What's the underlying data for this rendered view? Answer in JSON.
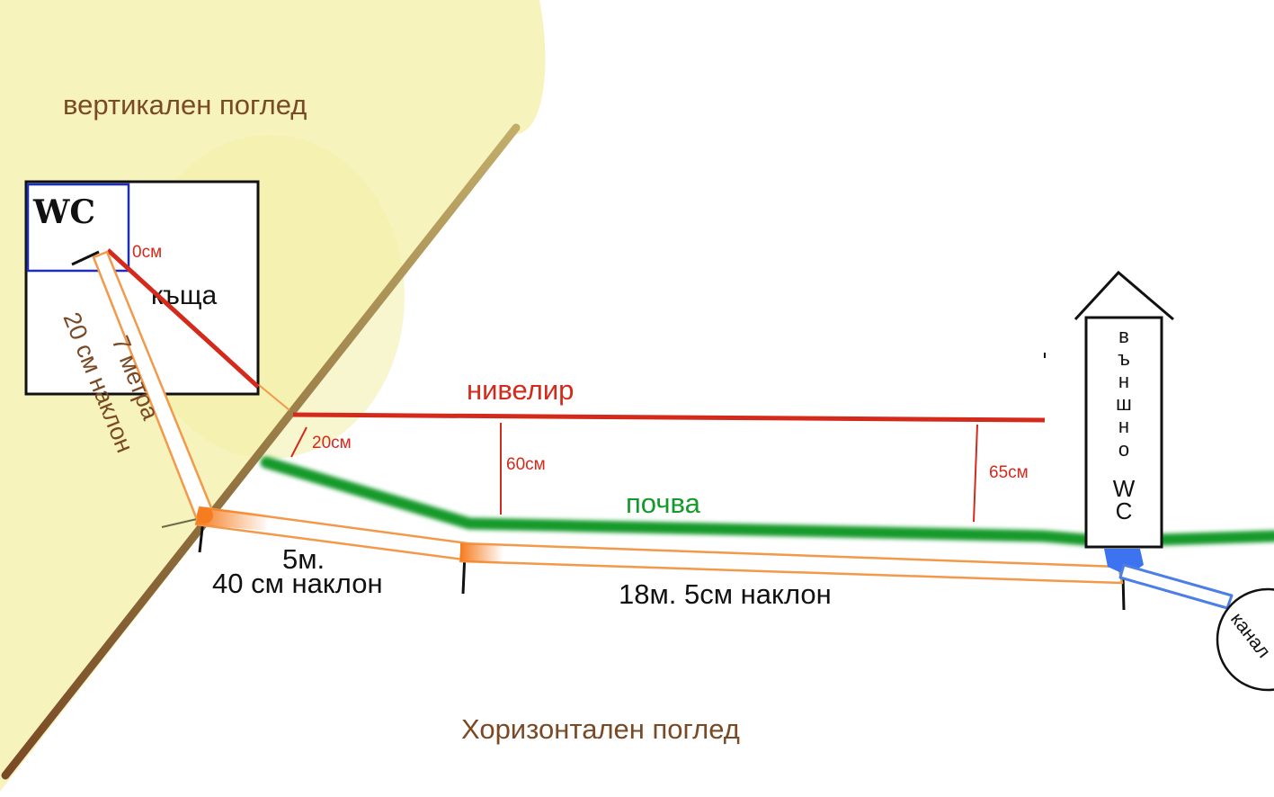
{
  "colors": {
    "yard": "#f7f3bd",
    "wall_light": "#b59f5c",
    "wall_dark": "#7a4a26",
    "level_line": "#d42a1c",
    "soil": "#149a2c",
    "pipe_outline": "#f2994a",
    "pipe_joint": "#f57c1f",
    "outflow_pipe": "#4c7fe6",
    "box_border": "#111111",
    "wc_square": "#1f2fb5",
    "title_text": "#7a4a26"
  },
  "view_titles": {
    "top_view": "вертикален поглед",
    "side_view": "Хоризонтален поглед"
  },
  "house": {
    "label": "къща",
    "wc_sign": "WC",
    "start_height": "0см",
    "pipe_length": "7 метра",
    "pipe_slope": "20 см наклон"
  },
  "level": {
    "label": "нивелир",
    "offsets": [
      "20см",
      "60см",
      "65см"
    ]
  },
  "soil": {
    "label": "почва"
  },
  "segments": [
    {
      "length": "5м.",
      "slope": "40 см наклон"
    },
    {
      "label": "18м. 5см наклон"
    }
  ],
  "outhouse": {
    "label_letters": [
      "в",
      "ъ",
      "н",
      "ш",
      "н",
      "о"
    ],
    "wc_letters": [
      "W",
      "C"
    ]
  },
  "sewer": {
    "label": "канал"
  }
}
